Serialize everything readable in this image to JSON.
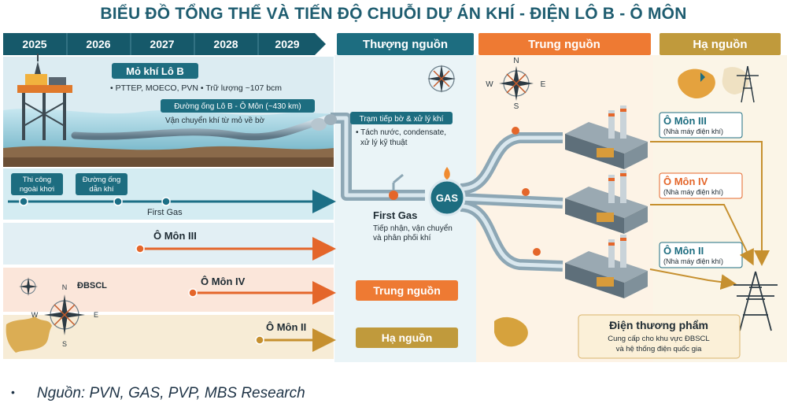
{
  "title": "BIỂU ĐỒ TỔNG THỂ VÀ TIẾN ĐỘ CHUỖI DỰ ÁN KHÍ - ĐIỆN LÔ B - Ô MÔN",
  "timeline": {
    "years": [
      "2025",
      "2026",
      "2027",
      "2028",
      "2029"
    ]
  },
  "headers": {
    "upstream": "Thượng nguồn",
    "midstream": "Trung nguồn",
    "downstream": "Hạ nguồn"
  },
  "gas_field": {
    "title": "Mỏ khí Lô B",
    "detail": "• PTTEP, MOECO, PVN  • Trữ lượng ~107 bcm"
  },
  "pipeline": {
    "title": "Đường ống Lô B - Ô Môn (~430 km)",
    "detail": "Vận chuyển khí từ mỏ về bờ"
  },
  "onshore_station": {
    "title": "Trạm tiếp bờ & xử lý khí",
    "line1": "• Tách nước, condensate,",
    "line2": "xử lý kỹ thuật"
  },
  "milestones": {
    "offshore_line1": "Thi công",
    "offshore_line2": "ngoài khơi",
    "pipe_line1": "Đường ống",
    "pipe_line2": "dẫn khí",
    "first_gas": "First Gas",
    "omon3": "Ô Môn III",
    "omon4": "Ô Môn IV",
    "omon2": "Ô Môn II"
  },
  "regions": {
    "mekong": "ĐBSCL"
  },
  "compass": {
    "n": "N",
    "s": "S",
    "e": "E",
    "w": "W"
  },
  "badges": {
    "midstream": "Trung nguồn",
    "downstream": "Hạ nguồn"
  },
  "gas_hub": {
    "label": "GAS",
    "title": "First Gas",
    "line1": "Tiếp nhận, vận chuyển",
    "line2": "và phân phối khí"
  },
  "plants": [
    {
      "name": "Ô Môn III",
      "desc": "(Nhà máy điện khí)"
    },
    {
      "name": "Ô Môn IV",
      "desc": "(Nhà máy điện khí)"
    },
    {
      "name": "Ô Môn II",
      "desc": "(Nhà máy điện khí)"
    }
  ],
  "power_output": {
    "title": "Điện thương phẩm",
    "line1": "Cung cấp cho khu vực ĐBSCL",
    "line2": "và hệ thống điện quốc gia"
  },
  "source": {
    "bullet": "•",
    "text": "Nguồn: PVN, GAS, PVP, MBS Research"
  },
  "colors": {
    "title": "#1f5d70",
    "timeline_bar": "#16596a",
    "upstream": "#1d6d80",
    "midstream": "#ee7a33",
    "downstream": "#c09a3c",
    "arrow_teal": "#1c6f86",
    "arrow_orange": "#e4662a",
    "arrow_gold": "#c6902f"
  }
}
